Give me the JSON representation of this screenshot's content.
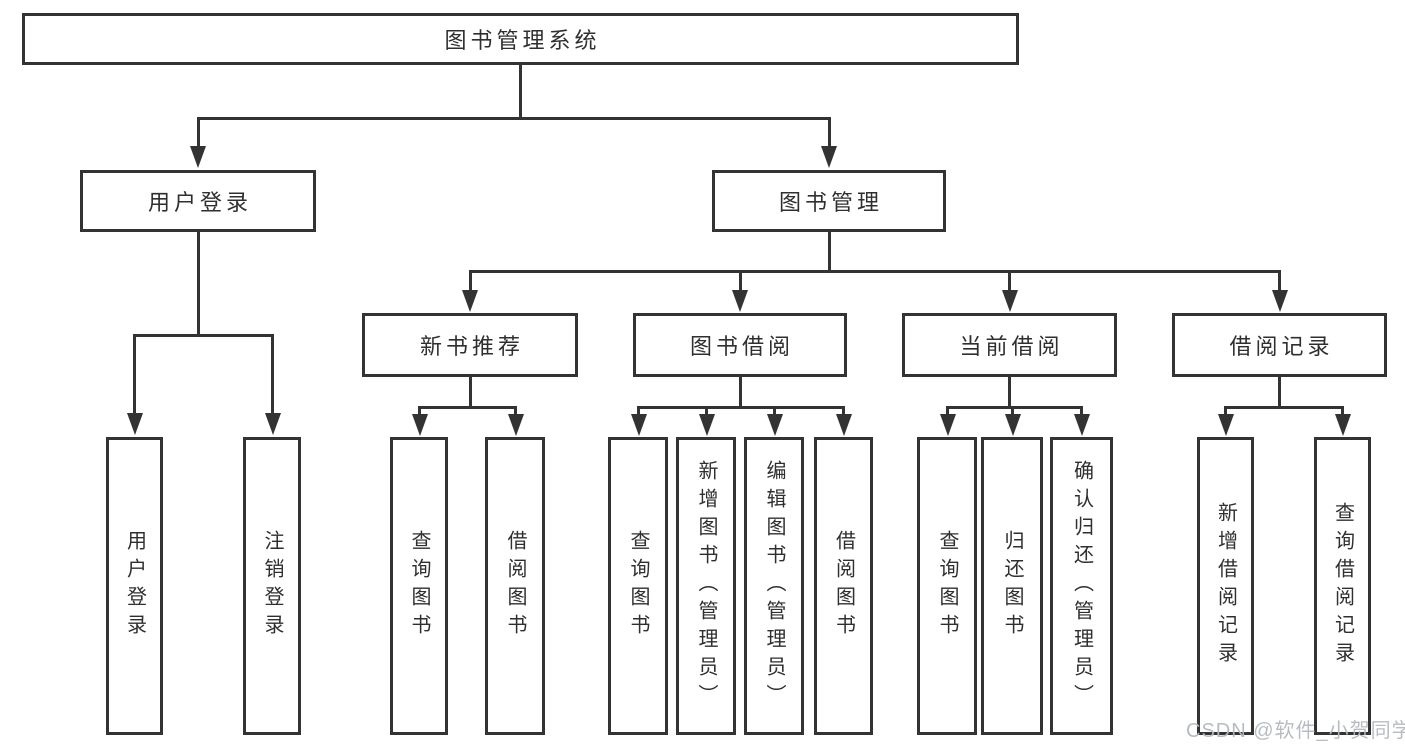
{
  "diagram_type": "hierarchy-tree",
  "tree": {
    "root": {
      "label": "图书管理系统",
      "children": [
        {
          "label": "用户登录",
          "children": [
            {
              "label": "用户登录"
            },
            {
              "label": "注销登录"
            }
          ]
        },
        {
          "label": "图书管理",
          "children": [
            {
              "label": "新书推荐",
              "children": [
                {
                  "label": "查询图书"
                },
                {
                  "label": "借阅图书"
                }
              ]
            },
            {
              "label": "图书借阅",
              "children": [
                {
                  "label": "查询图书"
                },
                {
                  "label": "新增图书（管理员）"
                },
                {
                  "label": "编辑图书（管理员）"
                },
                {
                  "label": "借阅图书"
                }
              ]
            },
            {
              "label": "当前借阅",
              "children": [
                {
                  "label": "查询图书"
                },
                {
                  "label": "归还图书"
                },
                {
                  "label": "确认归还（管理员）"
                }
              ]
            },
            {
              "label": "借阅记录",
              "children": [
                {
                  "label": "新增借阅记录"
                },
                {
                  "label": "查询借阅记录"
                }
              ]
            }
          ]
        }
      ]
    }
  },
  "watermark": {
    "text": "CSDN @软件_小贺同学"
  },
  "colors": {
    "line": "#333333",
    "text": "#2f2f2f",
    "background": "#ffffff",
    "watermark": "#b4b9c0"
  }
}
